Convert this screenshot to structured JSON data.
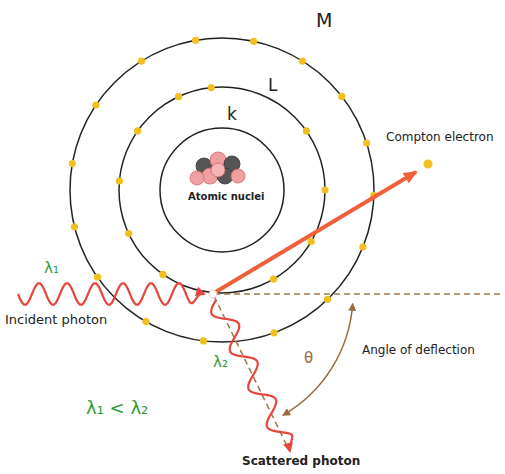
{
  "diagram": {
    "labels": [
      "M",
      "L",
      "k",
      "Atomic nuclei",
      "Compton electron",
      "λ₁",
      "Incident photon",
      "Angle of deflection",
      "θ",
      "λ₂",
      "λ₁ < λ₂",
      "Scattered photon"
    ]
  }
}
